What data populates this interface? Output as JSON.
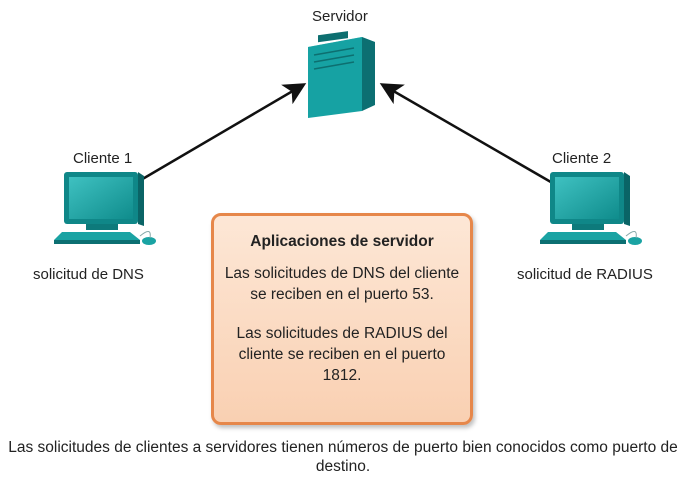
{
  "labels": {
    "server": "Servidor",
    "client1": "Cliente 1",
    "client2": "Cliente 2",
    "client1_request": "solicitud de DNS",
    "client2_request": "solicitud de RADIUS"
  },
  "info_box": {
    "title": "Aplicaciones de servidor",
    "para1": "Las solicitudes de DNS del cliente se reciben en el puerto 53.",
    "para2": "Las solicitudes de RADIUS del cliente se reciben en el puerto 1812."
  },
  "caption": "Las solicitudes de clientes a servidores tienen números de puerto bien conocidos como puerto de destino.",
  "colors": {
    "device": "#1aa3a3",
    "device_dark": "#0f7c7e",
    "box_border": "#e6874a",
    "box_fill": "#fde2cd",
    "arrow": "#111111"
  },
  "icons": [
    "server-icon",
    "computer-icon"
  ]
}
